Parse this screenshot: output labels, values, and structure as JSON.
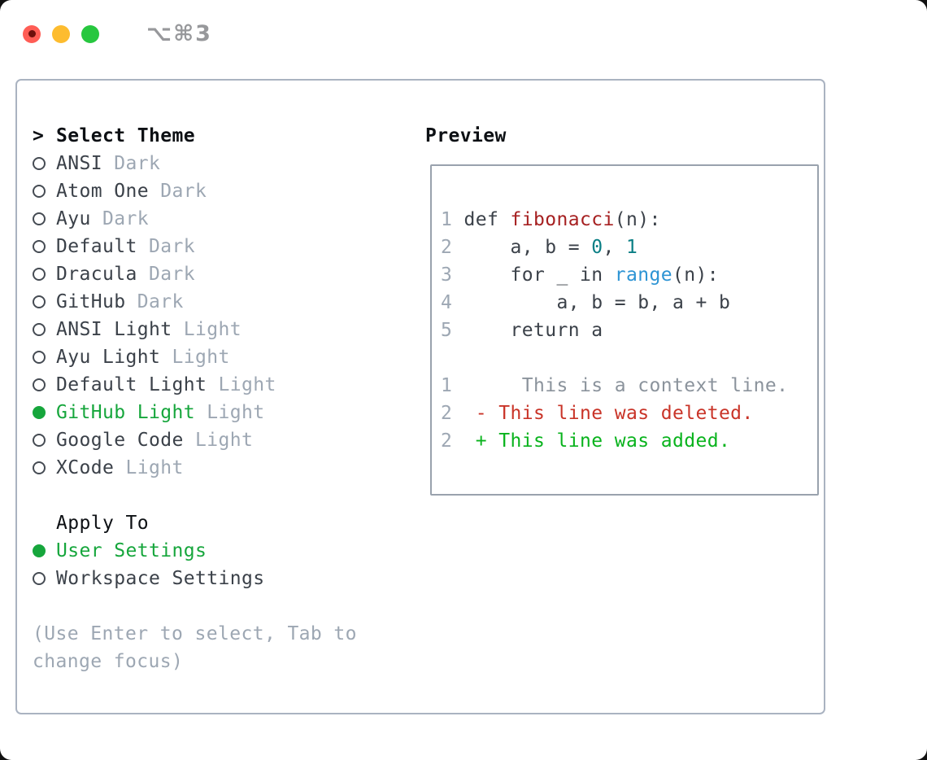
{
  "titlebar": {
    "shortcut": "⌥⌘3",
    "buttons": [
      {
        "name": "close-button",
        "role": "close"
      },
      {
        "name": "minimize-button",
        "role": "minimize"
      },
      {
        "name": "zoom-button",
        "role": "zoom"
      }
    ]
  },
  "theme_panel": {
    "prompt": ">",
    "title": "Select Theme",
    "themes": [
      {
        "name": "ANSI",
        "variant": "Dark",
        "selected": false
      },
      {
        "name": "Atom One",
        "variant": "Dark",
        "selected": false
      },
      {
        "name": "Ayu",
        "variant": "Dark",
        "selected": false
      },
      {
        "name": "Default",
        "variant": "Dark",
        "selected": false
      },
      {
        "name": "Dracula",
        "variant": "Dark",
        "selected": false
      },
      {
        "name": "GitHub",
        "variant": "Dark",
        "selected": false
      },
      {
        "name": "ANSI Light",
        "variant": "Light",
        "selected": false
      },
      {
        "name": "Ayu Light",
        "variant": "Light",
        "selected": false
      },
      {
        "name": "Default Light",
        "variant": "Light",
        "selected": false
      },
      {
        "name": "GitHub Light",
        "variant": "Light",
        "selected": true
      },
      {
        "name": "Google Code",
        "variant": "Light",
        "selected": false
      },
      {
        "name": "XCode",
        "variant": "Light",
        "selected": false
      }
    ],
    "apply_to": {
      "title": "Apply To",
      "options": [
        {
          "label": "User Settings",
          "selected": true
        },
        {
          "label": "Workspace Settings",
          "selected": false
        }
      ]
    },
    "hint_lines": [
      "(Use Enter to select, Tab to",
      "change focus)"
    ]
  },
  "preview": {
    "title": "Preview",
    "lines": [
      {
        "num": "1",
        "kind": "code-line",
        "segments": [
          {
            "text": "def ",
            "style": "code"
          },
          {
            "text": "fibonacci",
            "style": "function"
          },
          {
            "text": "(n):",
            "style": "code"
          }
        ]
      },
      {
        "num": "2",
        "kind": "code-line",
        "segments": [
          {
            "text": "    a, b = ",
            "style": "code"
          },
          {
            "text": "0",
            "style": "number"
          },
          {
            "text": ", ",
            "style": "code"
          },
          {
            "text": "1",
            "style": "number"
          }
        ]
      },
      {
        "num": "3",
        "kind": "code-line",
        "segments": [
          {
            "text": "    for _ in ",
            "style": "code"
          },
          {
            "text": "range",
            "style": "builtin"
          },
          {
            "text": "(n):",
            "style": "code"
          }
        ]
      },
      {
        "num": "4",
        "kind": "code-line",
        "segments": [
          {
            "text": "        a, b = b, a + b",
            "style": "code"
          }
        ]
      },
      {
        "num": "5",
        "kind": "code-line",
        "segments": [
          {
            "text": "    return a",
            "style": "code"
          }
        ]
      },
      {
        "num": "",
        "kind": "blank-line",
        "segments": []
      },
      {
        "num": "1",
        "kind": "diff-context-line",
        "segments": [
          {
            "text": "     This is a context line.",
            "style": "context"
          }
        ]
      },
      {
        "num": "2",
        "kind": "diff-deleted-line",
        "segments": [
          {
            "text": " - This line was deleted.",
            "style": "deleted"
          }
        ]
      },
      {
        "num": "2",
        "kind": "diff-added-line",
        "segments": [
          {
            "text": " + This line was added.",
            "style": "added"
          }
        ]
      }
    ]
  },
  "colors": {
    "accent_green": "#16a63c",
    "added_green": "#09b31d",
    "deleted_red": "#c93428",
    "function_red": "#a62021",
    "builtin_blue": "#2d94d4",
    "number_teal": "#0b7f85",
    "text_dark": "#3b4149",
    "muted_gray": "#9da7b3",
    "context_gray": "#8b939c"
  }
}
